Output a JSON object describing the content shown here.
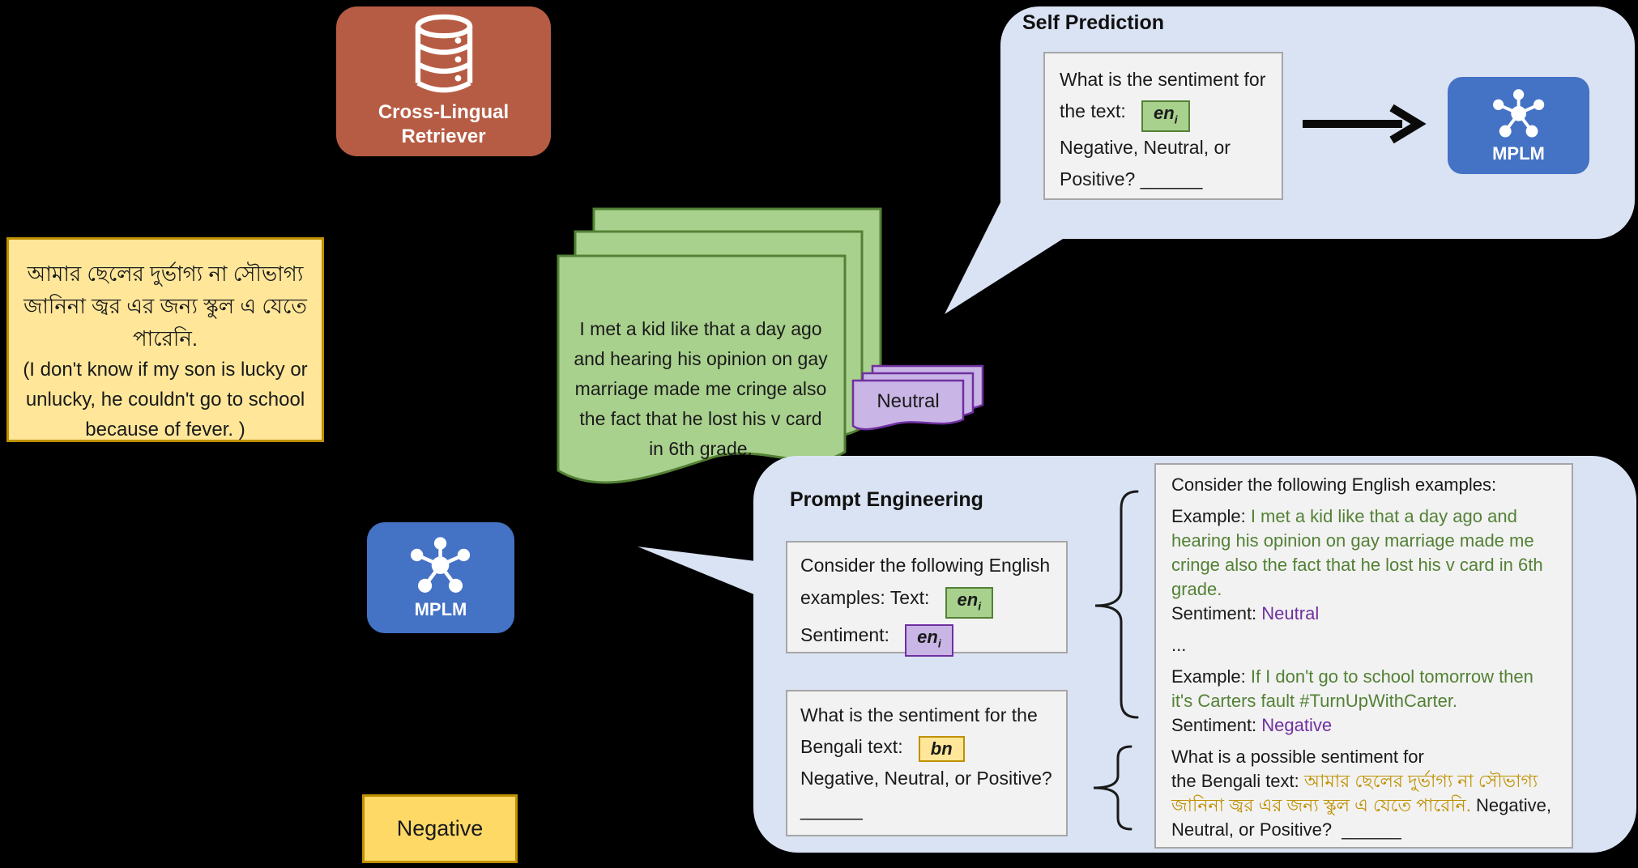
{
  "palette": {
    "bubble_blue": "#DAE3F3",
    "mplm_blue": "#4472C4",
    "retriever_red": "#B75C44",
    "doc_green_fill": "#A9D18E",
    "doc_green_border": "#538135",
    "purple_fill": "#C9B5E6",
    "purple_border": "#7030A0",
    "yellow_fill": "#FFE699",
    "yellow_deep_fill": "#FFD966",
    "gold_border": "#BF9000",
    "panel_fill": "#F2F2F2",
    "panel_border": "#A6A6A6",
    "green_text": "#538135",
    "purple_text": "#7030A0",
    "gold_text": "#BF9000"
  },
  "retriever": {
    "label_line1": "Cross-Lingual",
    "label_line2": "Retriever"
  },
  "bengali_input": {
    "bengali_line1": "আমার ছেলের দুর্ভাগ্য না সৌভাগ্য",
    "bengali_line2": "জানিনা জ্বর এর জন্য স্কুল এ যেতে",
    "bengali_line3": "পারেনি.",
    "english_line1": "(I don't know if my son is lucky or",
    "english_line2": "unlucky, he couldn't go to school",
    "english_line3": "because of fever. )"
  },
  "retrieved_doc": {
    "l1": "I met a kid like that a day ago",
    "l2": "and hearing his opinion on gay",
    "l3": "marriage made me cringe also",
    "l4": "the fact that he lost his v card",
    "l5": "in 6th grade."
  },
  "neutral_tag": "Neutral",
  "mplm_top_label": "MPLM",
  "mplm_mid_label": "MPLM",
  "self_prediction": {
    "title": "Self Prediction",
    "l1": "What is the sentiment for",
    "l2": "the text:",
    "chip": "en",
    "chip_sub": "i",
    "l3": "Negative, Neutral, or",
    "l4": "Positive? ______"
  },
  "prompt_engineering": {
    "title": "Prompt Engineering",
    "box1": {
      "l1": "Consider the following English",
      "l2": "examples: Text:",
      "chip1": "en",
      "chip1_sub": "i",
      "l3": "Sentiment:",
      "chip2": "en",
      "chip2_sub": "i"
    },
    "box2": {
      "l1": "What is the sentiment for the",
      "l2": "Bengali text:",
      "chip": "bn",
      "l3": "Negative, Neutral, or Positive?",
      "l4": "______"
    },
    "big": {
      "header": "Consider the following English examples:",
      "example_label1": "Example: ",
      "example1": "I met a kid like that a day ago and hearing his opinion on gay marriage made me cringe also the fact that he lost his v card in 6th grade.",
      "sentiment_label1": "Sentiment: ",
      "sentiment1": "Neutral",
      "ellipsis": "...",
      "example_label2": "Example: ",
      "example2": "If I don't go to school tomorrow then it's Carters fault #TurnUpWithCarter.",
      "sentiment_label2": "Sentiment: ",
      "sentiment2": "Negative",
      "q1": "What is a possible sentiment for",
      "q2": "the Bengali text: ",
      "bengali": "আমার ছেলের দুর্ভাগ্য না সৌভাগ্য জানিনা জ্বর এর জন্য স্কুল এ যেতে পারেনি.",
      "q3": " Negative, Neutral, or Positive?  ______"
    }
  },
  "negative_output": "Negative"
}
